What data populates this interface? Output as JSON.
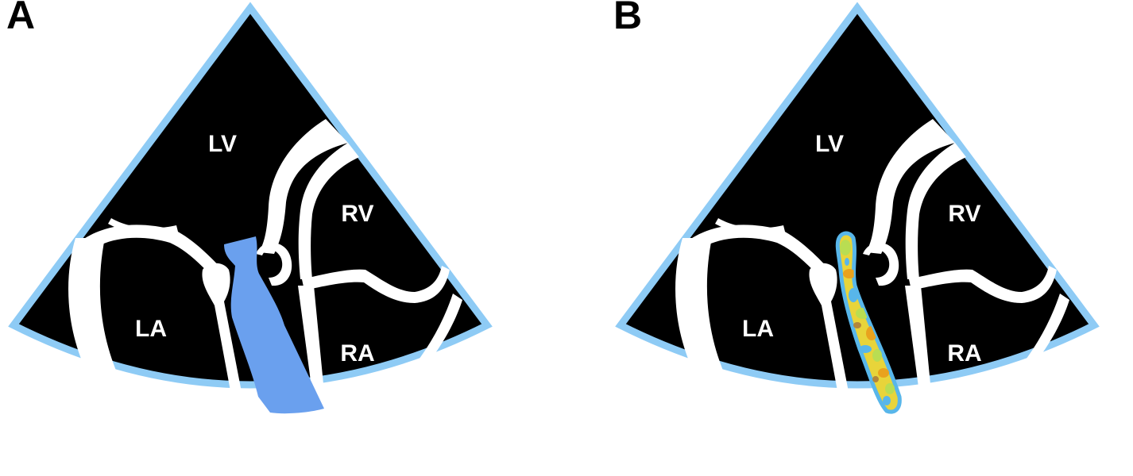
{
  "colors": {
    "sector_border": "#8ecbf5",
    "background": "#000000",
    "tissue": "#ffffff",
    "shunt_a": "#6aa0ee",
    "shunt_b_base": "#e8d43a",
    "shunt_b_patch_green": "#b9dd52",
    "shunt_b_patch_orange": "#e9a21e",
    "shunt_b_patch_brown": "#b3863a",
    "shunt_b_rim": "#58b6ea"
  },
  "panels": [
    {
      "letter": "A",
      "labels": {
        "lv": "LV",
        "rv": "RV",
        "la": "LA",
        "ra": "RA"
      }
    },
    {
      "letter": "B",
      "labels": {
        "lv": "LV",
        "rv": "RV",
        "la": "LA",
        "ra": "RA"
      }
    }
  ]
}
